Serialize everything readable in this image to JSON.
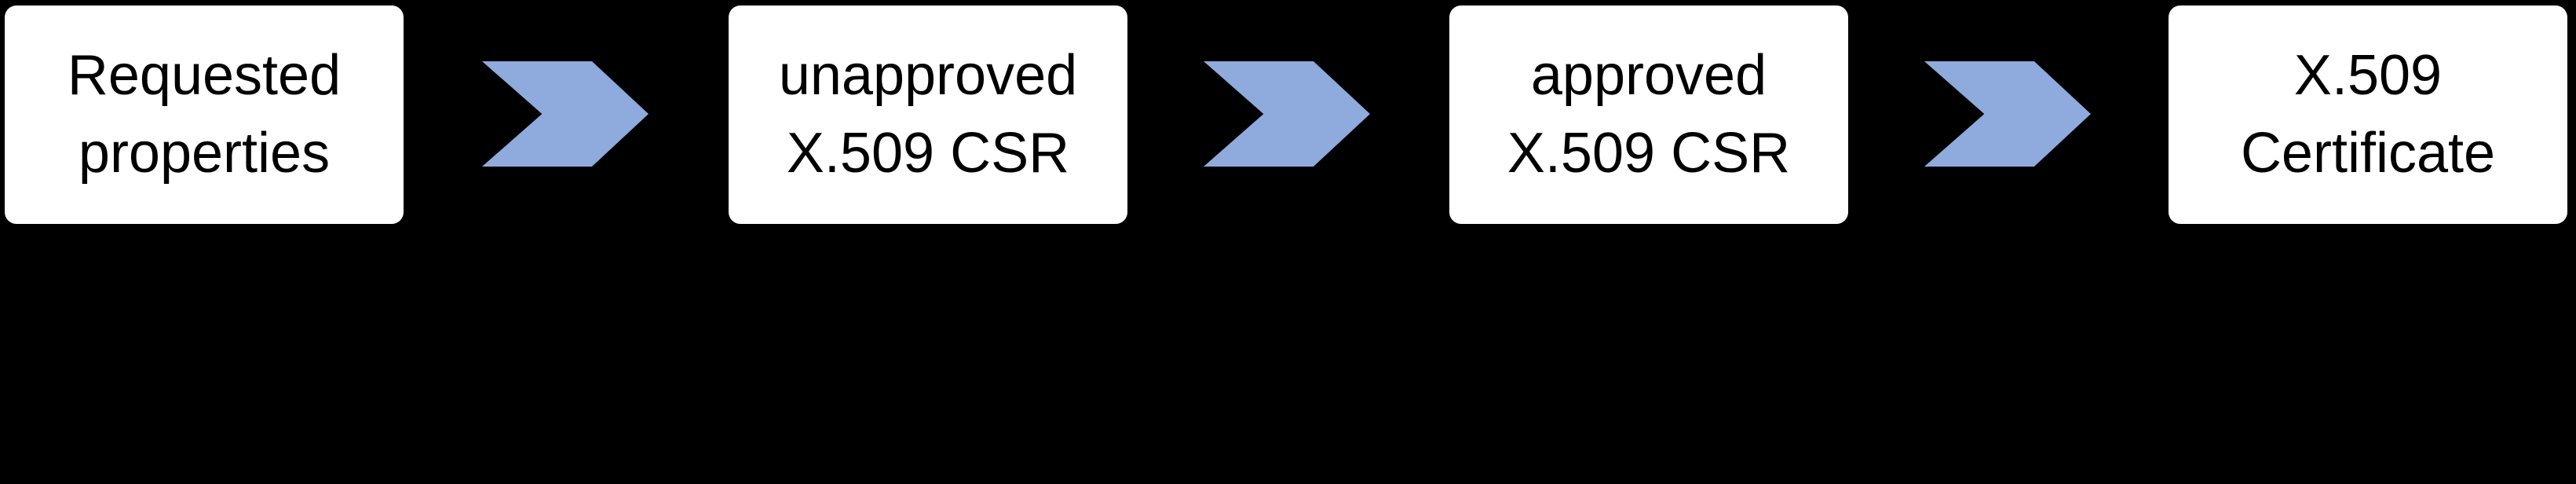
{
  "colors": {
    "background": "#000000",
    "box_fill": "#FFFFFF",
    "box_text": "#000000",
    "arrow_fill": "#8FAADC"
  },
  "flow": {
    "stages": [
      {
        "lines": [
          "Requested",
          "properties"
        ]
      },
      {
        "lines": [
          "unapproved",
          "X.509 CSR"
        ]
      },
      {
        "lines": [
          "approved",
          "X.509 CSR"
        ]
      },
      {
        "lines": [
          "X.509",
          "Certificate"
        ]
      }
    ]
  }
}
